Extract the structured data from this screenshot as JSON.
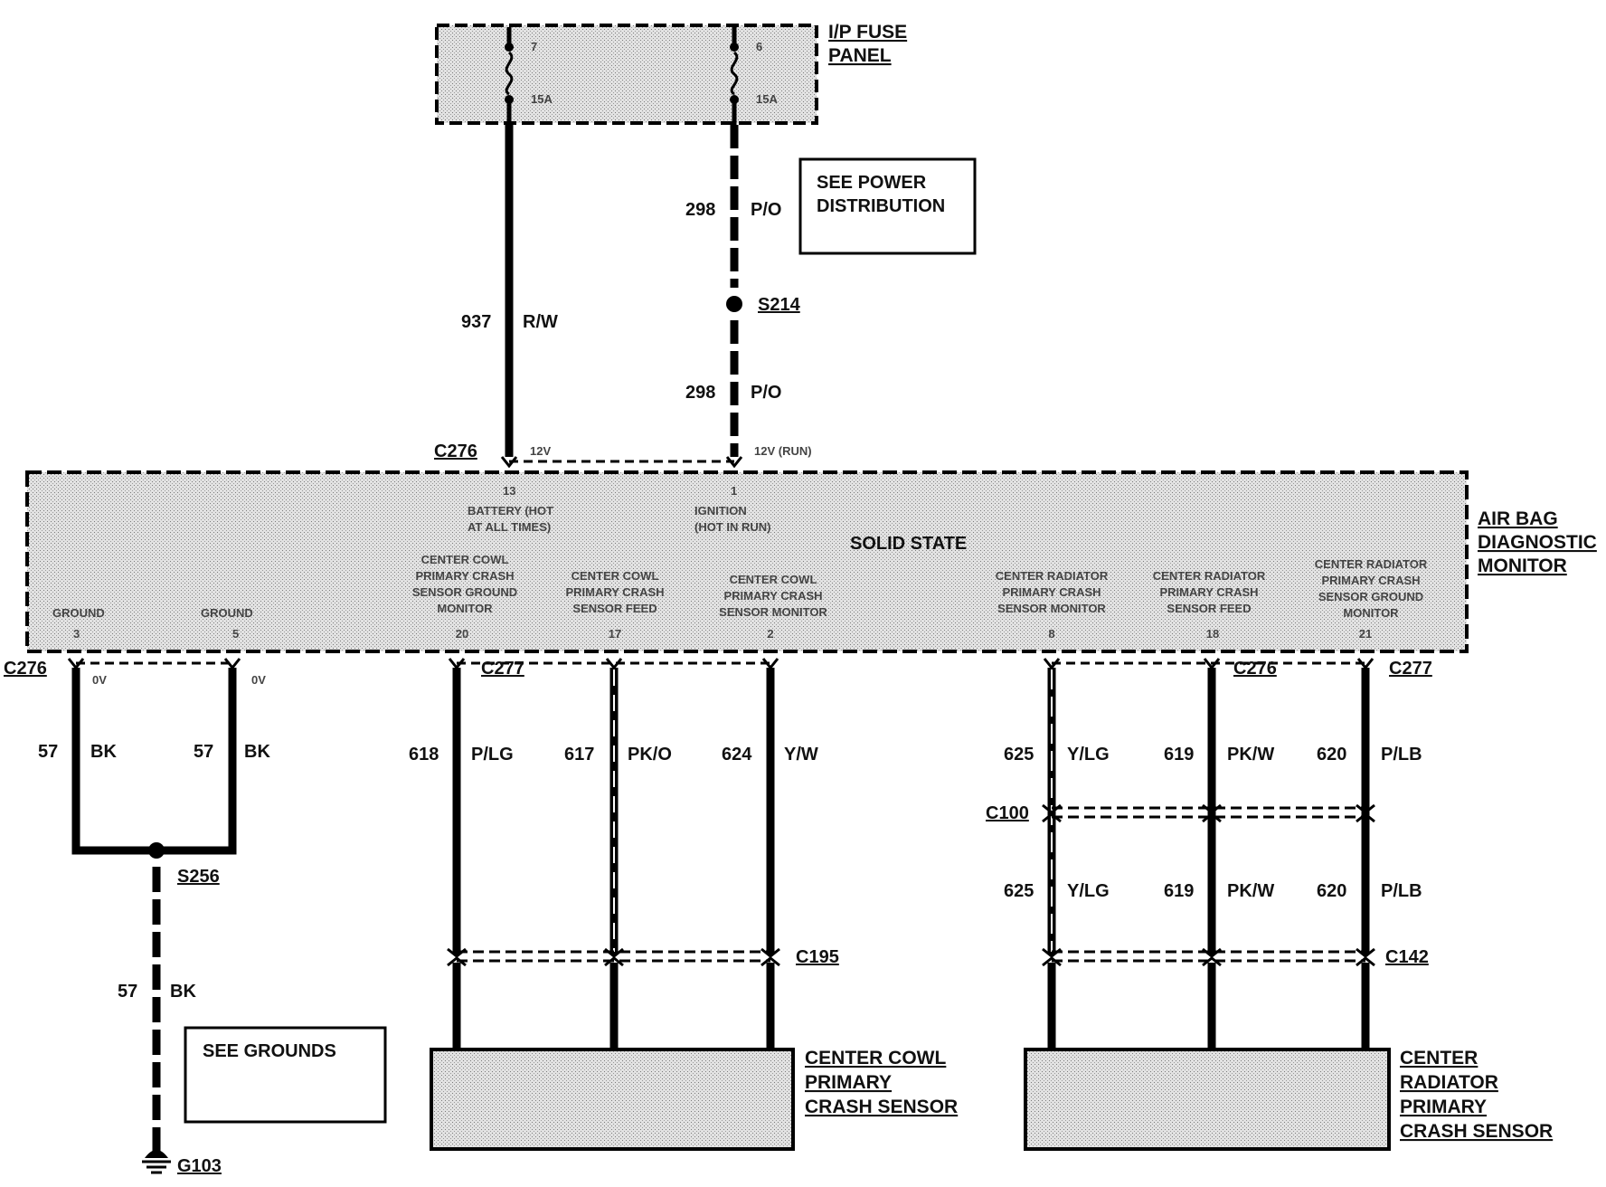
{
  "fuse_panel": {
    "title_line1": "I/P FUSE",
    "title_line2": "PANEL",
    "fuse_left_number": "7",
    "fuse_left_rating": "15A",
    "fuse_right_number": "6",
    "fuse_right_rating": "15A"
  },
  "see_power": {
    "line1": "SEE POWER",
    "line2": "DISTRIBUTION"
  },
  "see_grounds": {
    "label": "SEE GROUNDS"
  },
  "splices": {
    "s214": "S214",
    "s256": "S256"
  },
  "ground_point": "G103",
  "connectors": {
    "c276_top": "C276",
    "c276_left": "C276",
    "c277_a": "C277",
    "c276_right": "C276",
    "c277_b": "C277",
    "c100": "C100",
    "c195": "C195",
    "c142": "C142"
  },
  "wires": {
    "w937": {
      "num": "937",
      "color": "R/W"
    },
    "w298_top": {
      "num": "298",
      "color": "P/O"
    },
    "w298_bot": {
      "num": "298",
      "color": "P/O"
    },
    "w57_a": {
      "num": "57",
      "color": "BK"
    },
    "w57_b": {
      "num": "57",
      "color": "BK"
    },
    "w57_c": {
      "num": "57",
      "color": "BK"
    },
    "w618": {
      "num": "618",
      "color": "P/LG"
    },
    "w617": {
      "num": "617",
      "color": "PK/O"
    },
    "w624": {
      "num": "624",
      "color": "Y/W"
    },
    "w625_a": {
      "num": "625",
      "color": "Y/LG"
    },
    "w619_a": {
      "num": "619",
      "color": "PK/W"
    },
    "w620_a": {
      "num": "620",
      "color": "P/LB"
    },
    "w625_b": {
      "num": "625",
      "color": "Y/LG"
    },
    "w619_b": {
      "num": "619",
      "color": "PK/W"
    },
    "w620_b": {
      "num": "620",
      "color": "P/LB"
    }
  },
  "voltages": {
    "v12": "12V",
    "v12run": "12V (RUN)",
    "v0a": "0V",
    "v0b": "0V"
  },
  "monitor": {
    "name_line1": "AIR BAG",
    "name_line2": "DIAGNOSTIC",
    "name_line3": "MONITOR",
    "solid_state": "SOLID STATE",
    "pins": {
      "p13": {
        "num": "13",
        "l1": "BATTERY (HOT",
        "l2": "AT ALL TIMES)"
      },
      "p1": {
        "num": "1",
        "l1": "IGNITION",
        "l2": "(HOT IN RUN)"
      },
      "p3": {
        "num": "3",
        "l1": "GROUND"
      },
      "p5": {
        "num": "5",
        "l1": "GROUND"
      },
      "p20": {
        "num": "20",
        "l1": "CENTER COWL",
        "l2": "PRIMARY CRASH",
        "l3": "SENSOR GROUND",
        "l4": "MONITOR"
      },
      "p17": {
        "num": "17",
        "l1": "CENTER COWL",
        "l2": "PRIMARY CRASH",
        "l3": "SENSOR FEED"
      },
      "p2": {
        "num": "2",
        "l1": "CENTER COWL",
        "l2": "PRIMARY CRASH",
        "l3": "SENSOR MONITOR"
      },
      "p8": {
        "num": "8",
        "l1": "CENTER RADIATOR",
        "l2": "PRIMARY CRASH",
        "l3": "SENSOR MONITOR"
      },
      "p18": {
        "num": "18",
        "l1": "CENTER RADIATOR",
        "l2": "PRIMARY CRASH",
        "l3": "SENSOR FEED"
      },
      "p21": {
        "num": "21",
        "l1": "CENTER RADIATOR",
        "l2": "PRIMARY CRASH",
        "l3": "SENSOR  GROUND",
        "l4": "MONITOR"
      }
    }
  },
  "sensor_cowl": {
    "l1": "CENTER COWL",
    "l2": "PRIMARY",
    "l3": "CRASH SENSOR"
  },
  "sensor_radiator": {
    "l1": "CENTER",
    "l2": "RADIATOR",
    "l3": "PRIMARY",
    "l4": "CRASH SENSOR"
  }
}
